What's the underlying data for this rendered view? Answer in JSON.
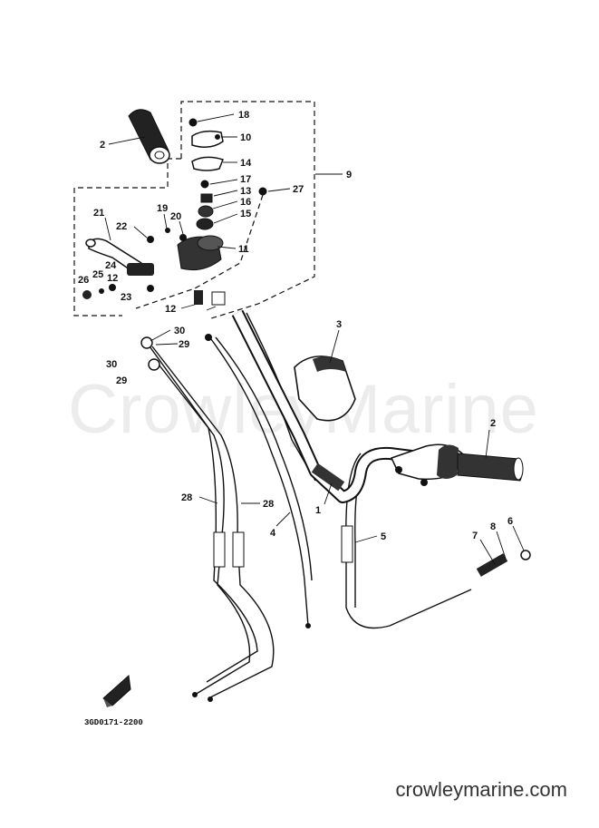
{
  "watermark": "CrowleyMarine",
  "site": "crowleymarine.com",
  "part_code": "3GD0171-2200",
  "callouts": [
    "18",
    "10",
    "14",
    "9",
    "17",
    "13",
    "16",
    "15",
    "27",
    "2",
    "21",
    "22",
    "19",
    "20",
    "11",
    "24",
    "26",
    "25",
    "12",
    "23",
    "12",
    "30",
    "29",
    "30",
    "29",
    "3",
    "2",
    "28",
    "28",
    "4",
    "1",
    "5",
    "7",
    "8",
    "6"
  ]
}
